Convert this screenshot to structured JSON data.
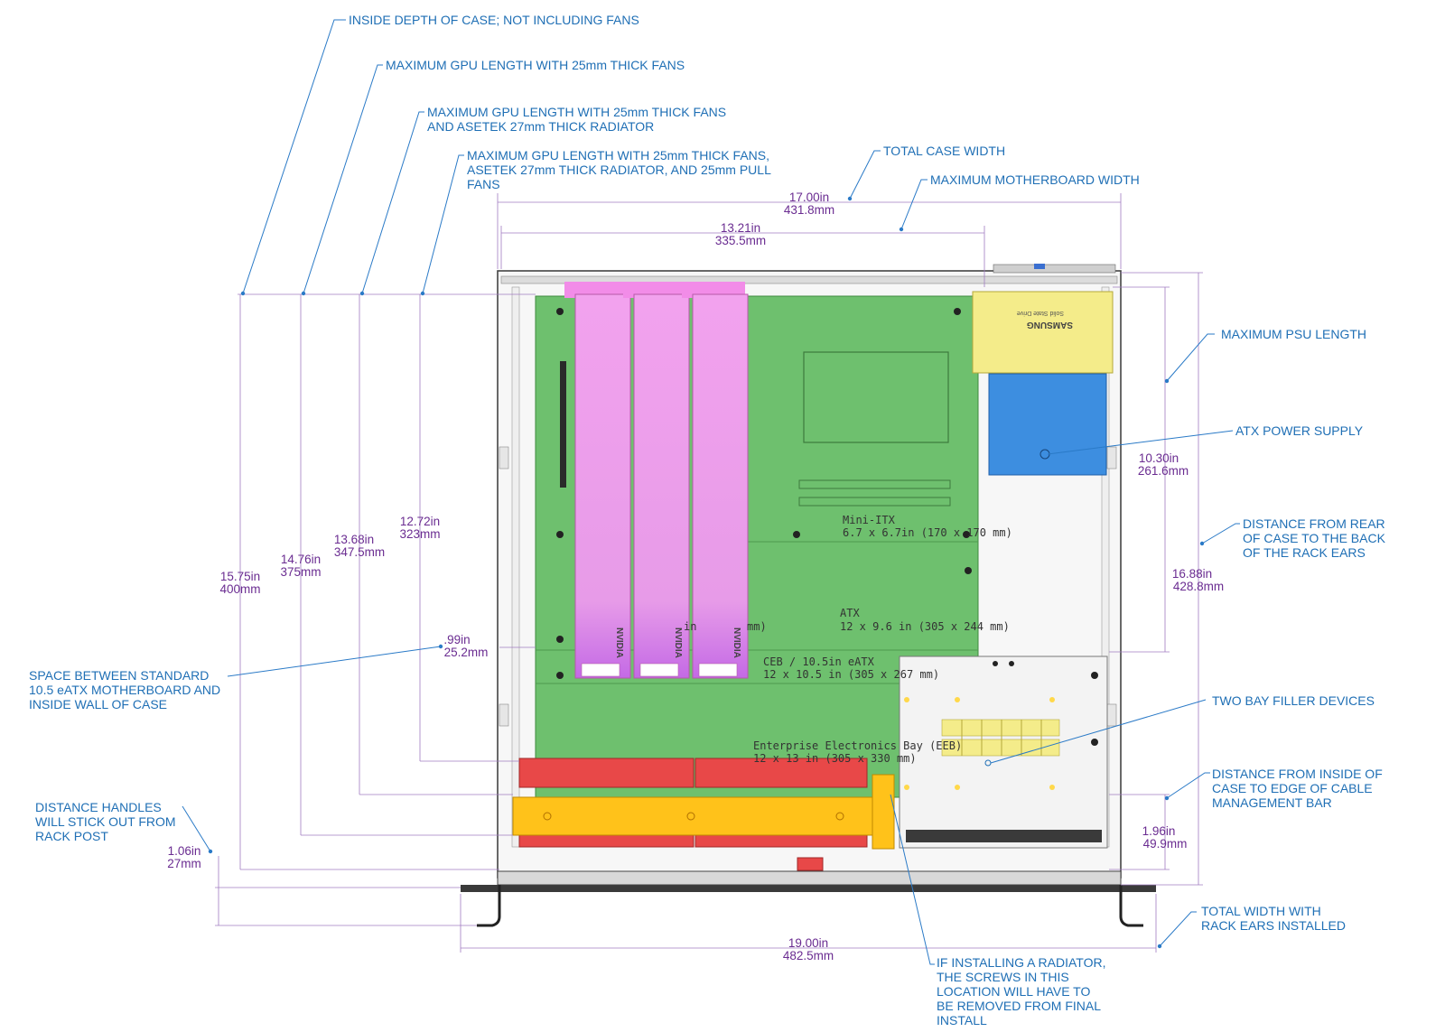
{
  "colors": {
    "note_text": "#1f6fb5",
    "dimension_text": "#6a2c91",
    "motherboard": "#6ec06e",
    "gpu": "#f0a0ee",
    "ssd": "#f4ec8a",
    "psu": "#3d8ee0",
    "fans": "#e84848",
    "radiator": "#ffc21a",
    "bay_filler": "#f3f3f3"
  },
  "notes": {
    "inside_depth": "INSIDE DEPTH OF CASE; NOT INCLUDING FANS",
    "gpu_25mm_fans": "MAXIMUM GPU LENGTH WITH 25mm THICK FANS",
    "gpu_radiator_l1": "MAXIMUM GPU LENGTH WITH 25mm THICK FANS",
    "gpu_radiator_l2": "AND ASETEK 27mm THICK RADIATOR",
    "gpu_pull_l1": "MAXIMUM GPU LENGTH WITH 25mm THICK FANS,",
    "gpu_pull_l2": "ASETEK 27mm THICK RADIATOR, AND 25mm PULL",
    "gpu_pull_l3": "FANS",
    "total_case_width": "TOTAL CASE WIDTH",
    "max_mb_width": "MAXIMUM MOTHERBOARD WIDTH",
    "max_psu_length": "MAXIMUM PSU LENGTH",
    "atx_power_supply": "ATX POWER SUPPLY",
    "rear_to_ears_l1": "DISTANCE FROM REAR",
    "rear_to_ears_l2": "OF CASE TO THE BACK",
    "rear_to_ears_l3": "OF THE RACK EARS",
    "space_l1": "SPACE BETWEEN STANDARD",
    "space_l2": "10.5 eATX MOTHERBOARD AND",
    "space_l3": "INSIDE WALL OF CASE",
    "bay_fillers": "TWO BAY FILLER DEVICES",
    "cable_bar_l1": "DISTANCE FROM INSIDE OF",
    "cable_bar_l2": "CASE TO EDGE OF CABLE",
    "cable_bar_l3": "MANAGEMENT BAR",
    "handles_l1": "DISTANCE HANDLES",
    "handles_l2": "WILL STICK OUT FROM",
    "handles_l3": "RACK POST",
    "rack_ears_l1": "TOTAL WIDTH WITH",
    "rack_ears_l2": "RACK EARS INSTALLED",
    "radiator_l1": "IF INSTALLING A RADIATOR,",
    "radiator_l2": "THE SCREWS IN THIS",
    "radiator_l3": "LOCATION WILL HAVE TO",
    "radiator_l4": "BE REMOVED FROM FINAL",
    "radiator_l5": "INSTALL"
  },
  "dimensions": {
    "total_width_in": "17.00in",
    "total_width_mm": "431.8mm",
    "mb_width_in": "13.21in",
    "mb_width_mm": "335.5mm",
    "depth_in": "15.75in",
    "depth_mm": "400mm",
    "gpu1_in": "14.76in",
    "gpu1_mm": "375mm",
    "gpu2_in": "13.68in",
    "gpu2_mm": "347.5mm",
    "gpu3_in": "12.72in",
    "gpu3_mm": "323mm",
    "gap_in": ".99in",
    "gap_mm": "25.2mm",
    "psu_in": "10.30in",
    "psu_mm": "261.6mm",
    "rear_in": "16.88in",
    "rear_mm": "428.8mm",
    "cable_in": "1.96in",
    "cable_mm": "49.9mm",
    "handles_in": "1.06in",
    "handles_mm": "27mm",
    "ears_in": "19.00in",
    "ears_mm": "482.5mm"
  },
  "board_labels": {
    "mini_itx": "Mini-ITX",
    "mini_itx_size": "6.7 x 6.7in (170 x 170 mm)",
    "atx": "ATX",
    "atx_size": "12 x 9.6 in (305 x 244 mm)",
    "ceb": "CEB / 10.5in eATX",
    "ceb_size": "12 x 10.5 in (305 x 267 mm)",
    "eeb": "Enterprise Electronics Bay (EEB)",
    "eeb_size": "12 x 13 in (305 x 330 mm)",
    "partial_in": "in",
    "partial_mm": "mm)"
  },
  "components": {
    "ssd_brand": "SAMSUNG",
    "ssd_sub": "Solid State Drive",
    "gpu_brand": "NVIDIA"
  }
}
